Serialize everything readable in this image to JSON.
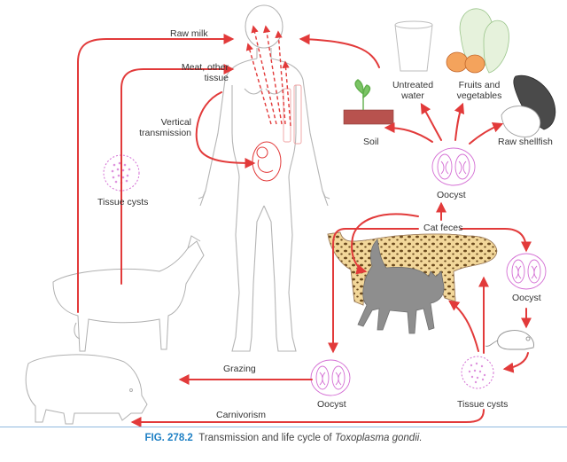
{
  "colors": {
    "arrow": "#e23a3a",
    "outline": "#a9a9a9",
    "cyst": "#d46fd4",
    "caption_fig": "#1d7fc4",
    "rule": "#8fb9de"
  },
  "labels": {
    "raw_milk": "Raw milk",
    "meat_line1": "Meat, other",
    "meat_line2": "tissue",
    "vertical_line1": "Vertical",
    "vertical_line2": "transmission",
    "tissue_cysts_left": "Tissue cysts",
    "untreated_line1": "Untreated",
    "untreated_line2": "water",
    "fruits_line1": "Fruits and",
    "fruits_line2": "vegetables",
    "soil": "Soil",
    "raw_shellfish": "Raw shellfish",
    "oocyst_top": "Oocyst",
    "cat_feces": "Cat feces",
    "oocyst_right": "Oocyst",
    "grazing": "Grazing",
    "oocyst_bottom": "Oocyst",
    "tissue_cysts_bottom": "Tissue cysts",
    "carnivorism": "Carnivorism"
  },
  "caption": {
    "fig": "FIG. 278.2",
    "text": "Transmission and life cycle of",
    "species": "Toxoplasma gondii."
  },
  "icons": [
    "human-figure",
    "fetus-icon",
    "goat-icon",
    "pig-icon",
    "cat-icon",
    "leopard-icon",
    "mouse-icon",
    "sprout-icon",
    "glass-icon",
    "strawberry-icon",
    "lettuce-icon",
    "mussel-icon",
    "oocyst-icon",
    "tissue-cyst-icon"
  ]
}
